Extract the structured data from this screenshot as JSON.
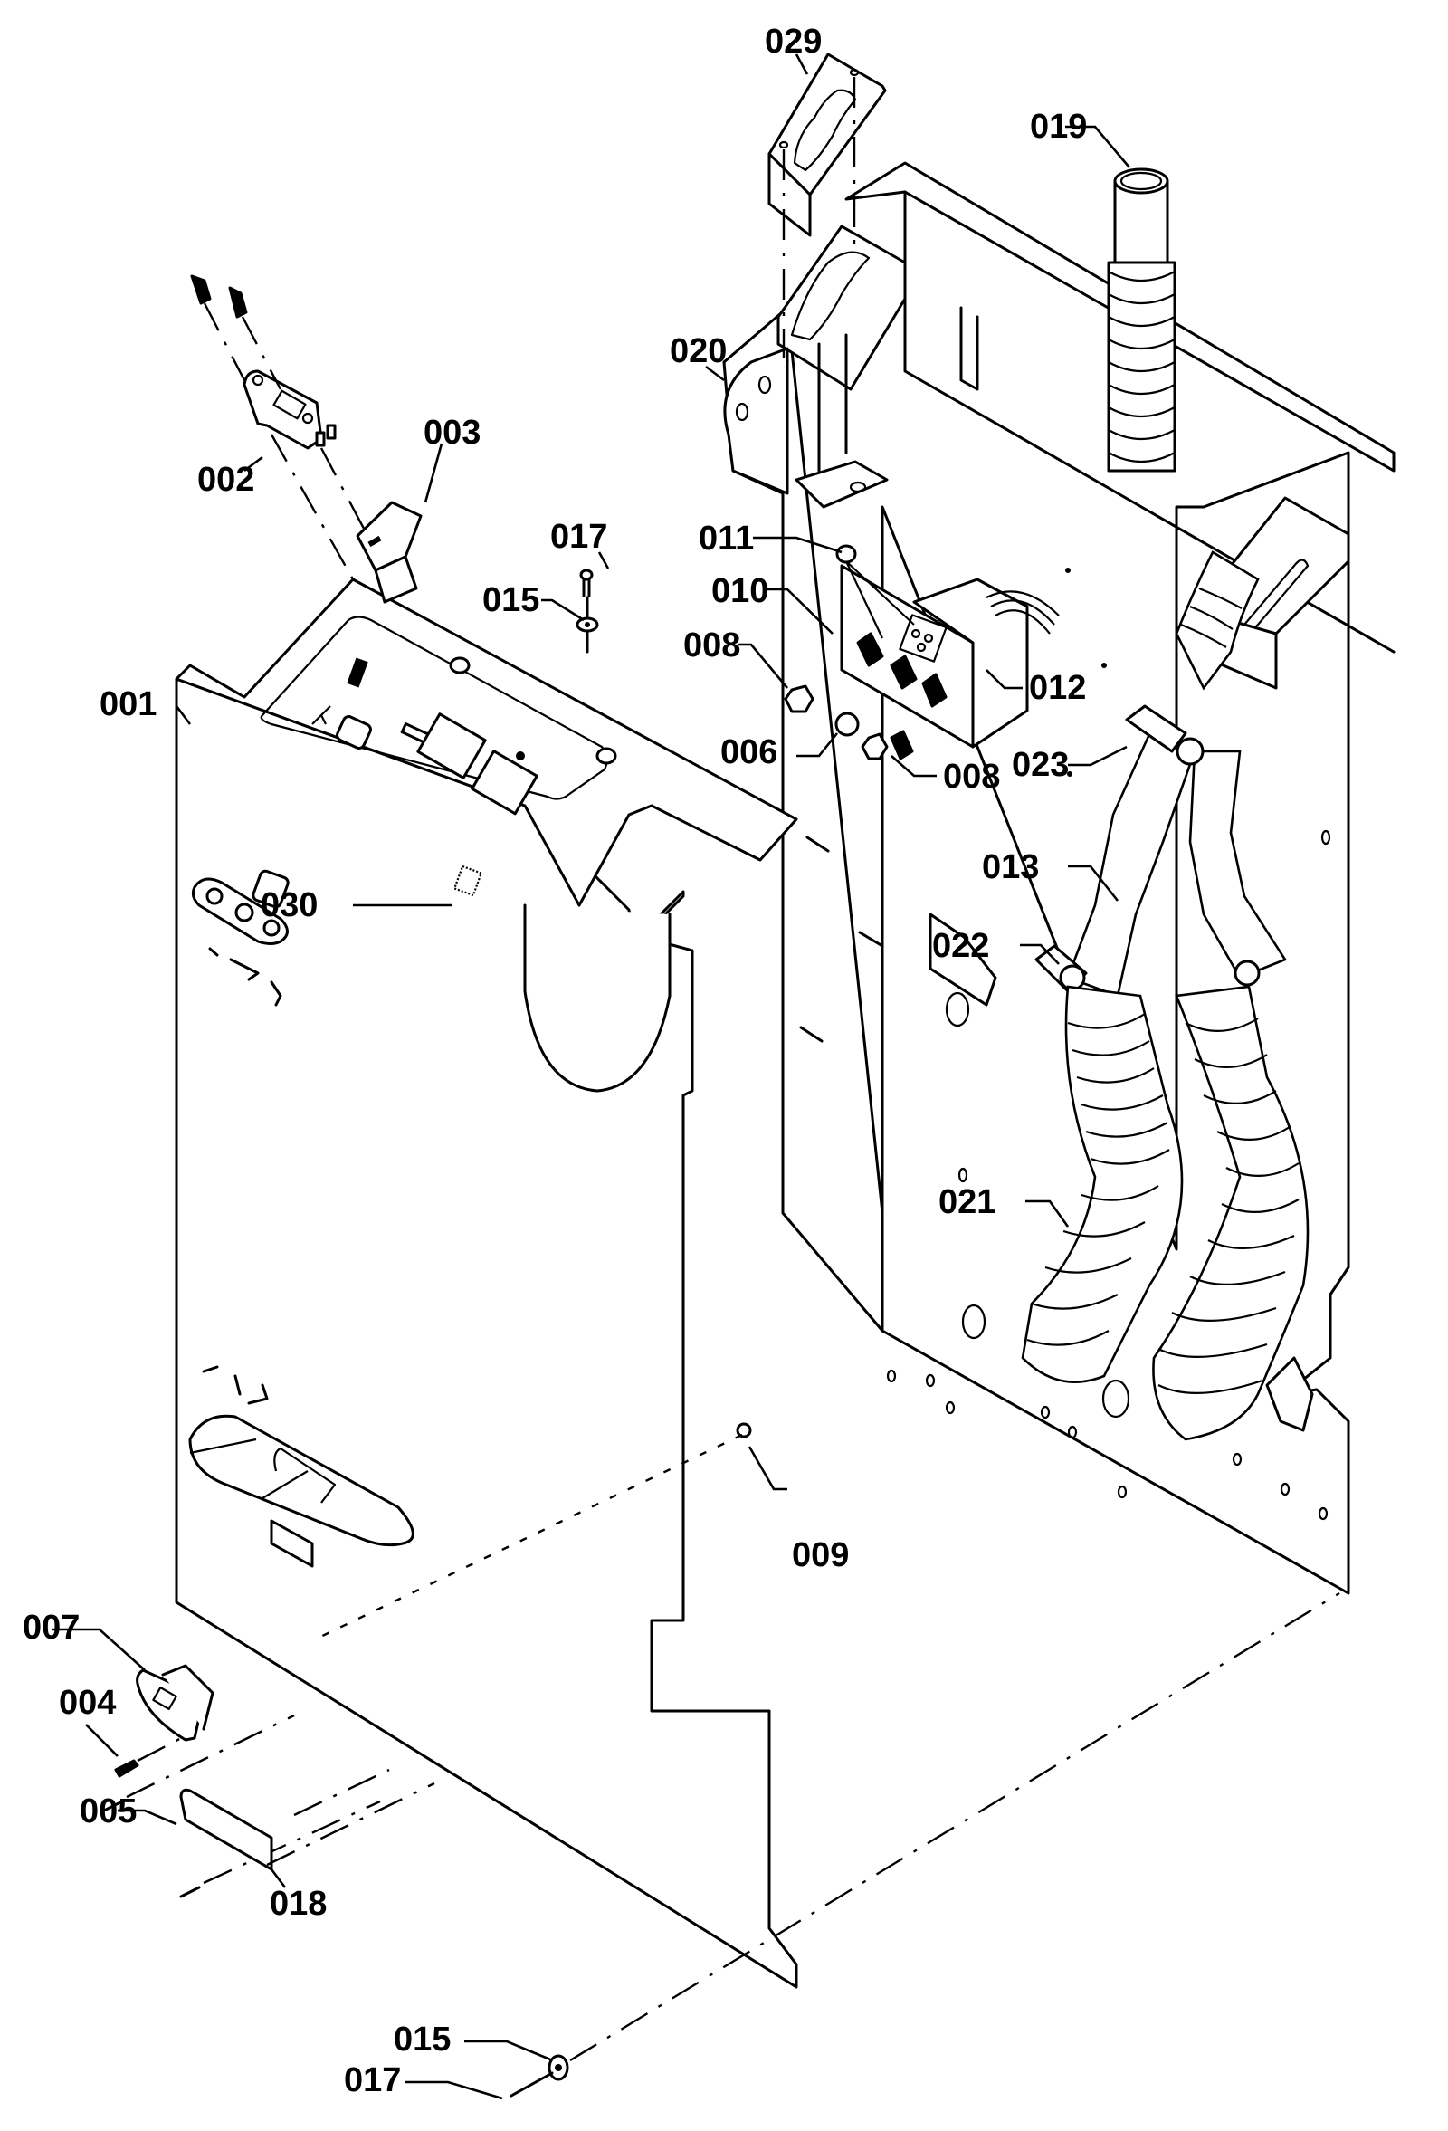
{
  "diagram": {
    "type": "exploded-parts-view",
    "colors": {
      "line": "#000000",
      "background": "#ffffff"
    },
    "callouts": [
      {
        "id": "c001",
        "label": "001",
        "part": "front-panel"
      },
      {
        "id": "c002",
        "label": "002",
        "part": "switch-block"
      },
      {
        "id": "c003",
        "label": "003",
        "part": "rocker-switch"
      },
      {
        "id": "c004",
        "label": "004",
        "part": "screw"
      },
      {
        "id": "c005",
        "label": "005",
        "part": "pin"
      },
      {
        "id": "c006",
        "label": "006",
        "part": "nut"
      },
      {
        "id": "c007",
        "label": "007",
        "part": "bracket-block"
      },
      {
        "id": "c008a",
        "label": "008",
        "part": "hex-nut"
      },
      {
        "id": "c008b",
        "label": "008",
        "part": "hex-nut"
      },
      {
        "id": "c009",
        "label": "009",
        "part": "knob-nut"
      },
      {
        "id": "c010",
        "label": "010",
        "part": "threaded-stud"
      },
      {
        "id": "c011",
        "label": "011",
        "part": "washer"
      },
      {
        "id": "c012",
        "label": "012",
        "part": "valve-assembly"
      },
      {
        "id": "c013",
        "label": "013",
        "part": "hose-connector"
      },
      {
        "id": "c015a",
        "label": "015",
        "part": "washer"
      },
      {
        "id": "c015b",
        "label": "015",
        "part": "washer"
      },
      {
        "id": "c017a",
        "label": "017",
        "part": "screw"
      },
      {
        "id": "c017b",
        "label": "017",
        "part": "screw"
      },
      {
        "id": "c018",
        "label": "018",
        "part": "cover-plate"
      },
      {
        "id": "c019",
        "label": "019",
        "part": "flue-pipe"
      },
      {
        "id": "c020",
        "label": "020",
        "part": "back-frame"
      },
      {
        "id": "c021",
        "label": "021",
        "part": "corrugated-hose"
      },
      {
        "id": "c022",
        "label": "022",
        "part": "hose-clamp"
      },
      {
        "id": "c023",
        "label": "023",
        "part": "hose-clamp"
      },
      {
        "id": "c029",
        "label": "029",
        "part": "top-bracket"
      },
      {
        "id": "c030",
        "label": "030",
        "part": "label-plate"
      }
    ]
  }
}
